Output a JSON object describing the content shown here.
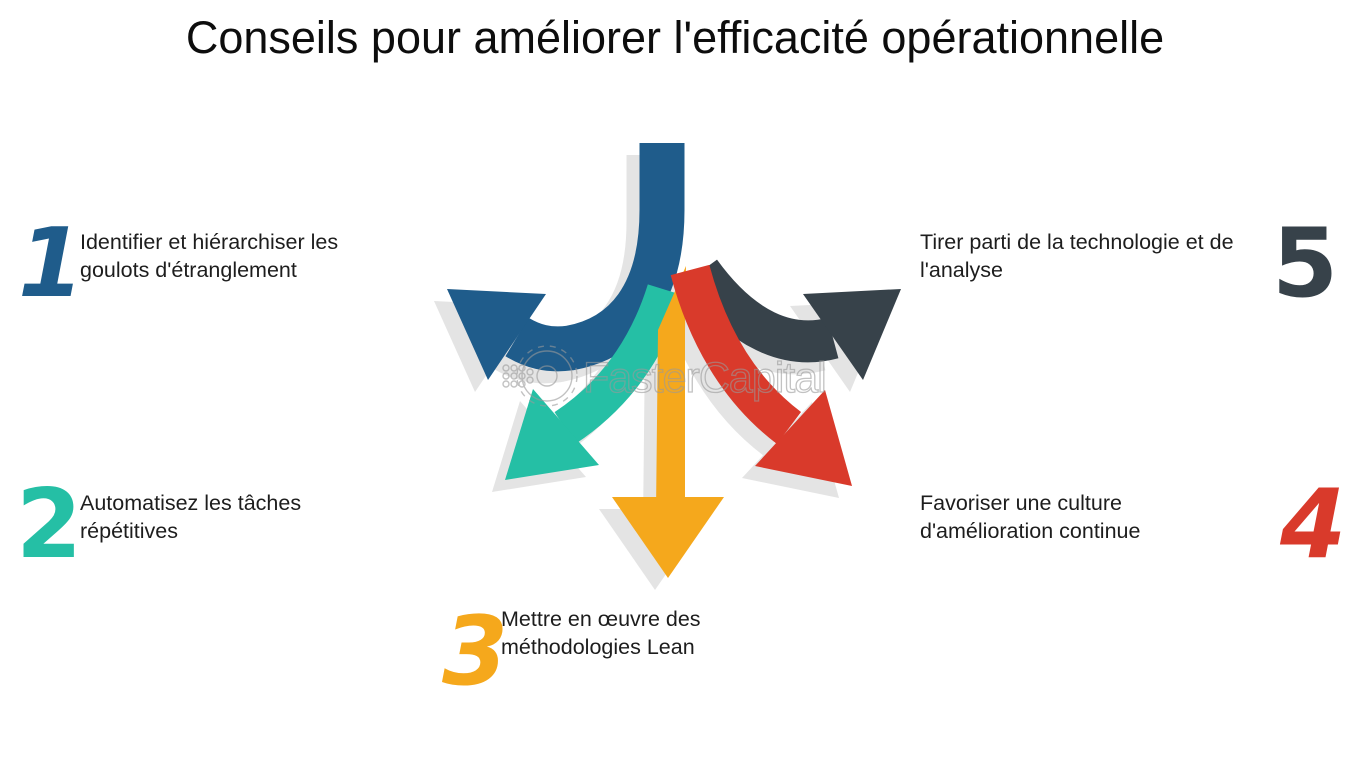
{
  "title": "Conseils pour améliorer l'efficacité opérationnelle",
  "watermark": {
    "text": "FasterCapital",
    "icon": "gear-icon",
    "color": "#a9a9a9"
  },
  "colors": {
    "blue": "#1f5c8b",
    "teal": "#25bfa5",
    "orange": "#f5a81c",
    "red": "#d93a2b",
    "slate": "#37424a",
    "shadow": "#cfcfcf",
    "text": "#1d1d1d"
  },
  "items": [
    {
      "number": "1",
      "label": "Identifier et hiérarchiser les goulots d'étranglement",
      "color": "#1f5c8b",
      "position": "left-top"
    },
    {
      "number": "2",
      "label": "Automatisez les tâches répétitives",
      "color": "#25bfa5",
      "position": "left-bottom"
    },
    {
      "number": "3",
      "label": "Mettre en œuvre des méthodologies Lean",
      "color": "#f5a81c",
      "position": "bottom-center"
    },
    {
      "number": "4",
      "label": "Favoriser une culture d'amélioration continue",
      "color": "#d93a2b",
      "position": "right-bottom"
    },
    {
      "number": "5",
      "label": "Tirer parti de la technologie et de l'analyse",
      "color": "#37424a",
      "position": "right-top"
    }
  ]
}
